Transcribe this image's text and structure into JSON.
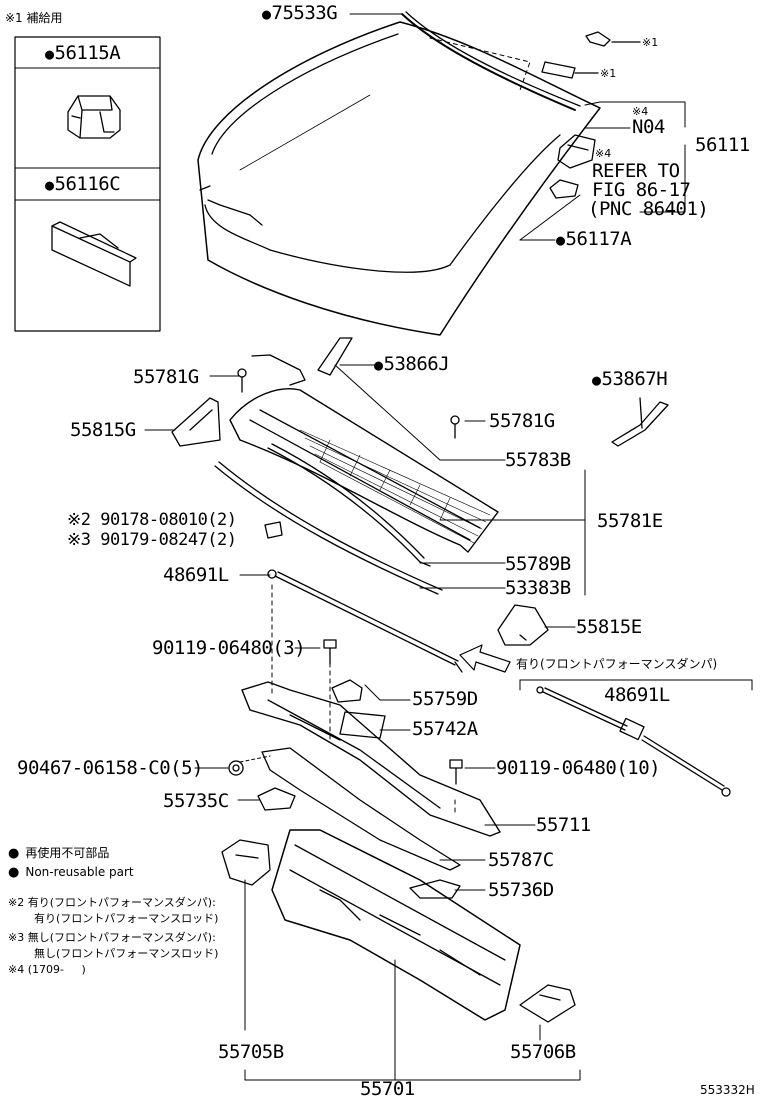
{
  "legend_box": {
    "header": "※1 補給用",
    "part_a": "56115A",
    "part_b": "56116C"
  },
  "labels": {
    "p75533G": "75533G",
    "note1a": "※1",
    "note1b": "※1",
    "note4a": "※4",
    "n04": "N04",
    "p56111": "56111",
    "note4b": "※4",
    "refer1": "REFER TO",
    "refer2": "FIG 86-17",
    "refer3": "(PNC 86401)",
    "p56117A": "56117A",
    "p55781G_1": "55781G",
    "p53866J": "53866J",
    "p53867H": "53867H",
    "p55815G": "55815G",
    "p55781G_2": "55781G",
    "p55783B": "55783B",
    "note2": "※2 90178-08010(2)",
    "note3": "※3 90179-08247(2)",
    "p55781E": "55781E",
    "p55789B": "55789B",
    "p48691L_1": "48691L",
    "p53383B": "53383B",
    "p55815E": "55815E",
    "p90119_3": "90119-06480(3)",
    "ari": "有り(フロントパフォーマンスダンパ)",
    "p48691L_2": "48691L",
    "p55759D": "55759D",
    "p55742A": "55742A",
    "p90467": "90467-06158-C0(5)",
    "p90119_10": "90119-06480(10)",
    "p55735C": "55735C",
    "p55711": "55711",
    "p55787C": "55787C",
    "p55736D": "55736D",
    "p55705B": "55705B",
    "p55706B": "55706B",
    "p55701": "55701",
    "fig_id": "553332H"
  },
  "notes": {
    "reuse_jp": "再使用不可部品",
    "reuse_en": "Non-reusable part",
    "n2a": "※2 有り(フロントパフォーマンスダンパ):",
    "n2b": "有り(フロントパフォーマンスロッド)",
    "n3a": "※3 無し(フロントパフォーマンスダンパ):",
    "n3b": "無し(フロントパフォーマンスロッド)",
    "n4": "※4 (1709-     )"
  }
}
